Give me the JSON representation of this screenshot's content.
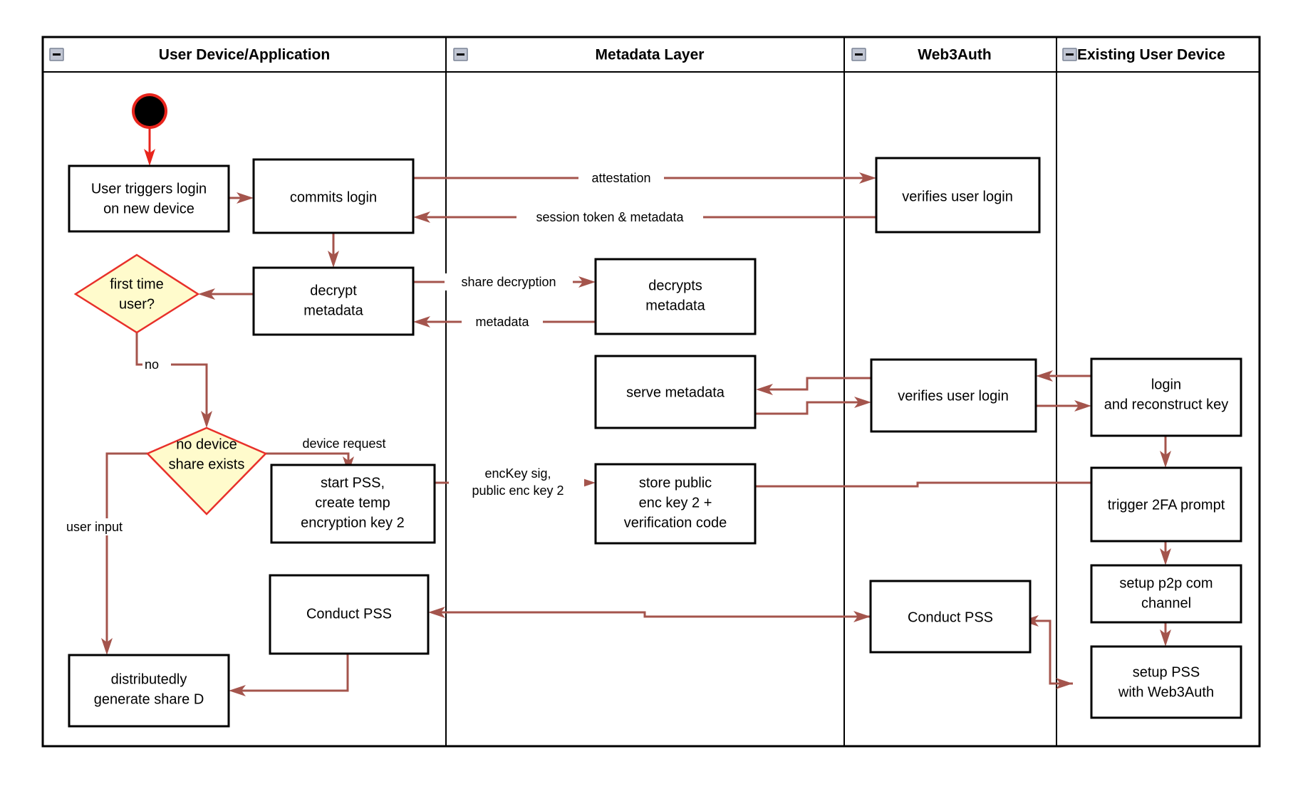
{
  "diagram": {
    "type": "swimlane-activity-diagram",
    "colors": {
      "edge": "#a4544c",
      "start_edge": "#e8241c",
      "decision_fill": "#fffbcc",
      "decision_stroke": "#e8302a",
      "box_stroke": "#000000",
      "background": "#ffffff"
    },
    "lanes": [
      {
        "id": "lane-user-device",
        "title": "User Device/Application",
        "collapse_icon": "minus-icon",
        "title_align": "center"
      },
      {
        "id": "lane-metadata",
        "title": "Metadata Layer",
        "collapse_icon": "minus-icon",
        "title_align": "center"
      },
      {
        "id": "lane-web3auth",
        "title": "Web3Auth",
        "collapse_icon": "minus-icon",
        "title_align": "center"
      },
      {
        "id": "lane-existing-device",
        "title": "Existing User Device",
        "collapse_icon": "minus-icon",
        "title_align": "left"
      }
    ],
    "nodes": [
      {
        "id": "start",
        "shape": "start-node",
        "lane": "lane-user-device",
        "label": ""
      },
      {
        "id": "user-triggers-login",
        "shape": "box",
        "lane": "lane-user-device",
        "lines": [
          "User triggers login",
          "on new device"
        ]
      },
      {
        "id": "commits-login",
        "shape": "box",
        "lane": "lane-user-device",
        "lines": [
          "commits login"
        ]
      },
      {
        "id": "decrypt-metadata",
        "shape": "box",
        "lane": "lane-user-device",
        "lines": [
          "decrypt",
          "metadata"
        ]
      },
      {
        "id": "first-time-user",
        "shape": "diamond",
        "lane": "lane-user-device",
        "lines": [
          "first time",
          "user?"
        ]
      },
      {
        "id": "no-device-share-exists",
        "shape": "diamond",
        "lane": "lane-user-device",
        "lines": [
          "no device",
          "share exists"
        ]
      },
      {
        "id": "start-pss",
        "shape": "box",
        "lane": "lane-user-device",
        "lines": [
          "start PSS,",
          "create temp",
          "encryption key 2"
        ]
      },
      {
        "id": "conduct-pss-user",
        "shape": "box",
        "lane": "lane-user-device",
        "lines": [
          "Conduct PSS"
        ]
      },
      {
        "id": "distributedly-generate-share-d",
        "shape": "box",
        "lane": "lane-user-device",
        "lines": [
          "distributedly",
          "generate share D"
        ]
      },
      {
        "id": "decrypts-metadata",
        "shape": "box",
        "lane": "lane-metadata",
        "lines": [
          "decrypts",
          "metadata"
        ]
      },
      {
        "id": "serve-metadata",
        "shape": "box",
        "lane": "lane-metadata",
        "lines": [
          "serve metadata"
        ]
      },
      {
        "id": "store-public-enc-key",
        "shape": "box",
        "lane": "lane-metadata",
        "lines": [
          "store public",
          "enc key 2 +",
          "verification code"
        ]
      },
      {
        "id": "verifies-user-login-top",
        "shape": "box",
        "lane": "lane-web3auth",
        "lines": [
          "verifies user login"
        ]
      },
      {
        "id": "verifies-user-login-mid",
        "shape": "box",
        "lane": "lane-web3auth",
        "lines": [
          "verifies user login"
        ]
      },
      {
        "id": "conduct-pss-web3auth",
        "shape": "box",
        "lane": "lane-web3auth",
        "lines": [
          "Conduct PSS"
        ]
      },
      {
        "id": "login-and-reconstruct-key",
        "shape": "box",
        "lane": "lane-existing-device",
        "lines": [
          "login",
          "and reconstruct key"
        ]
      },
      {
        "id": "trigger-2fa-prompt",
        "shape": "box",
        "lane": "lane-existing-device",
        "lines": [
          "trigger 2FA prompt"
        ]
      },
      {
        "id": "setup-p2p-com-channel",
        "shape": "box",
        "lane": "lane-existing-device",
        "lines": [
          "setup p2p com",
          "channel"
        ]
      },
      {
        "id": "setup-pss-with-web3auth",
        "shape": "box",
        "lane": "lane-existing-device",
        "lines": [
          "setup PSS",
          "with Web3Auth"
        ]
      }
    ],
    "edge_labels": [
      {
        "id": "attestation",
        "text": "attestation"
      },
      {
        "id": "session-token-metadata",
        "text": "session token & metadata"
      },
      {
        "id": "share-decryption",
        "text": "share decryption"
      },
      {
        "id": "metadata",
        "text": "metadata"
      },
      {
        "id": "no",
        "text": "no"
      },
      {
        "id": "device-request",
        "text": "device request"
      },
      {
        "id": "user-input",
        "text": "user input"
      },
      {
        "id": "enckey-sig-line1",
        "text": "encKey sig,"
      },
      {
        "id": "enckey-sig-line2",
        "text": "public enc key 2"
      }
    ]
  }
}
